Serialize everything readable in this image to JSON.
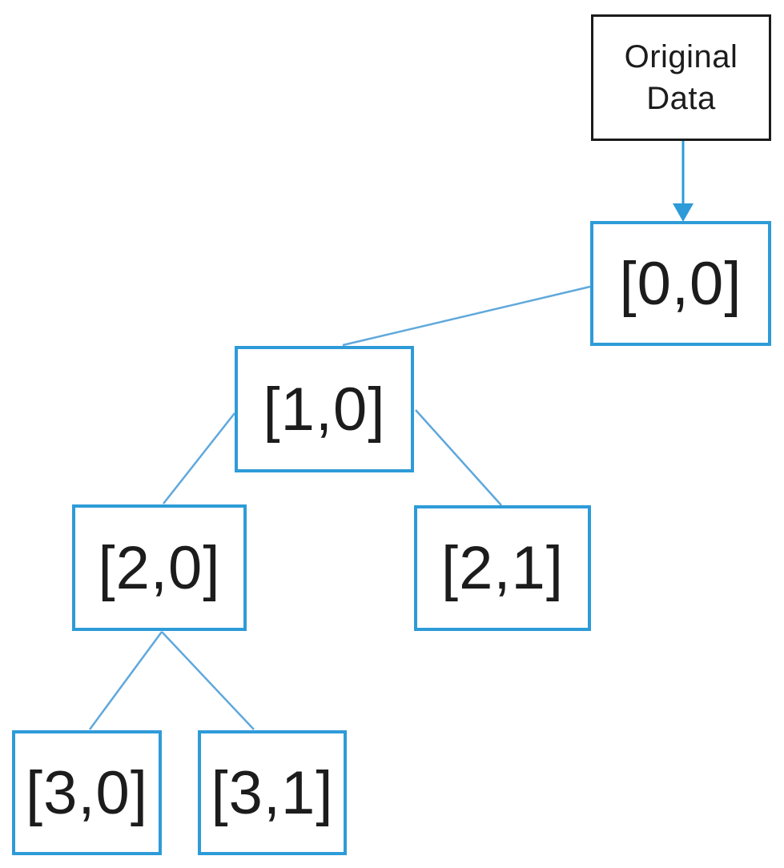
{
  "colors": {
    "background": "#ffffff",
    "node-border": "#2e9bd8",
    "connector": "#5fa8dc",
    "arrow": "#2e9bd8",
    "source-border": "#1b1b1b",
    "text": "#1c1c1c"
  },
  "source_box": {
    "label": "Original Data"
  },
  "nodes": [
    {
      "id": "0,0",
      "label": "[0,0]"
    },
    {
      "id": "1,0",
      "label": "[1,0]"
    },
    {
      "id": "2,0",
      "label": "[2,0]"
    },
    {
      "id": "2,1",
      "label": "[2,1]"
    },
    {
      "id": "3,0",
      "label": "[3,0]"
    },
    {
      "id": "3,1",
      "label": "[3,1]"
    }
  ],
  "edges": [
    {
      "from": "Original Data",
      "to": "[0,0]",
      "type": "arrow"
    },
    {
      "from": "[0,0]",
      "to": "[1,0]",
      "type": "line"
    },
    {
      "from": "[1,0]",
      "to": "[2,0]",
      "type": "line"
    },
    {
      "from": "[1,0]",
      "to": "[2,1]",
      "type": "line"
    },
    {
      "from": "[2,0]",
      "to": "[3,0]",
      "type": "line"
    },
    {
      "from": "[2,0]",
      "to": "[3,1]",
      "type": "line"
    }
  ]
}
